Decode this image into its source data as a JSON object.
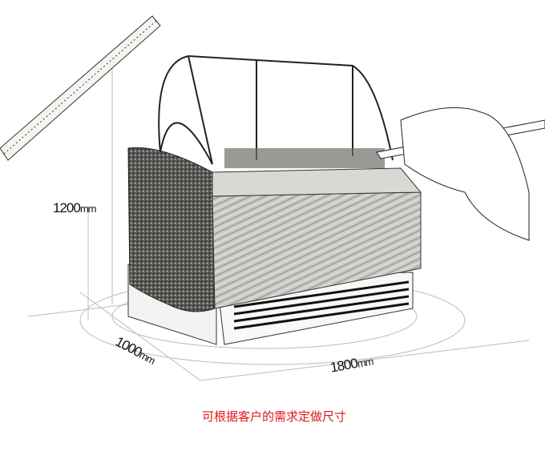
{
  "dimensions": {
    "height": "1200",
    "depth": "1000",
    "width": "1800",
    "unit": "mm"
  },
  "note": "可根据客户的需求定做尺寸",
  "colors": {
    "note": "#e0161b",
    "sketch": "#222222"
  }
}
